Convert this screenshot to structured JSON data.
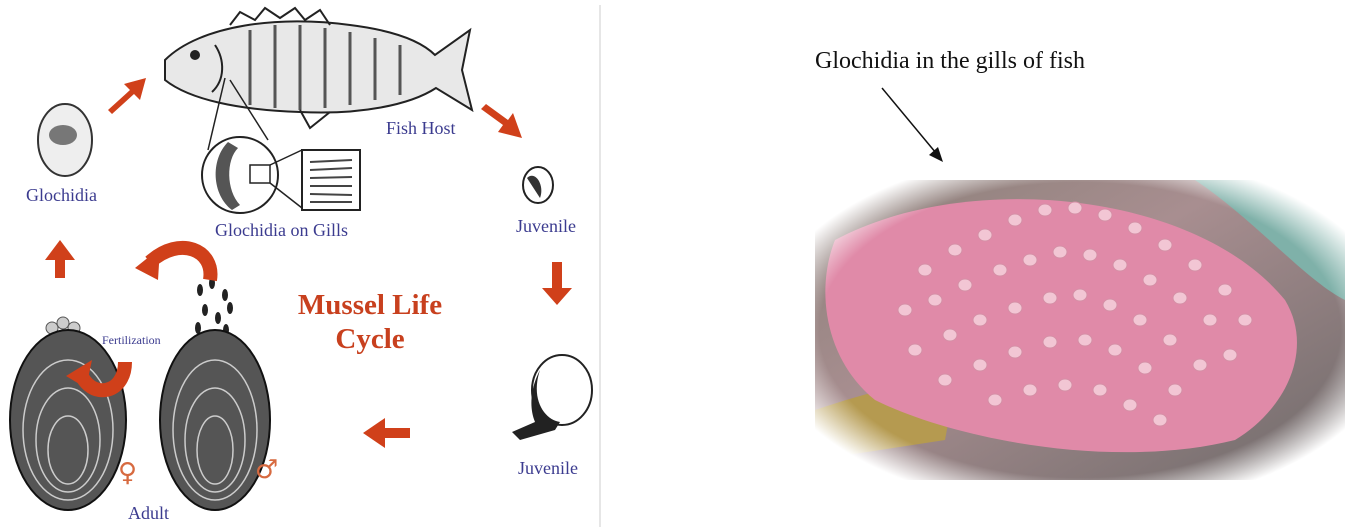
{
  "diagram": {
    "title_line1": "Mussel Life",
    "title_line2": "Cycle",
    "labels": {
      "fish_host": "Fish Host",
      "glochidia": "Glochidia",
      "glochidia_on_gills": "Glochidia on Gills",
      "juvenile_1": "Juvenile",
      "juvenile_2": "Juvenile",
      "fertilization": "Fertilization",
      "adult": "Adult"
    },
    "symbols": {
      "female": "♀",
      "male": "♂"
    },
    "colors": {
      "arrow": "#d0401a",
      "label": "#3b3b8f",
      "title": "#c8401e"
    }
  },
  "photo": {
    "caption": "Glochidia in the gills of fish"
  }
}
